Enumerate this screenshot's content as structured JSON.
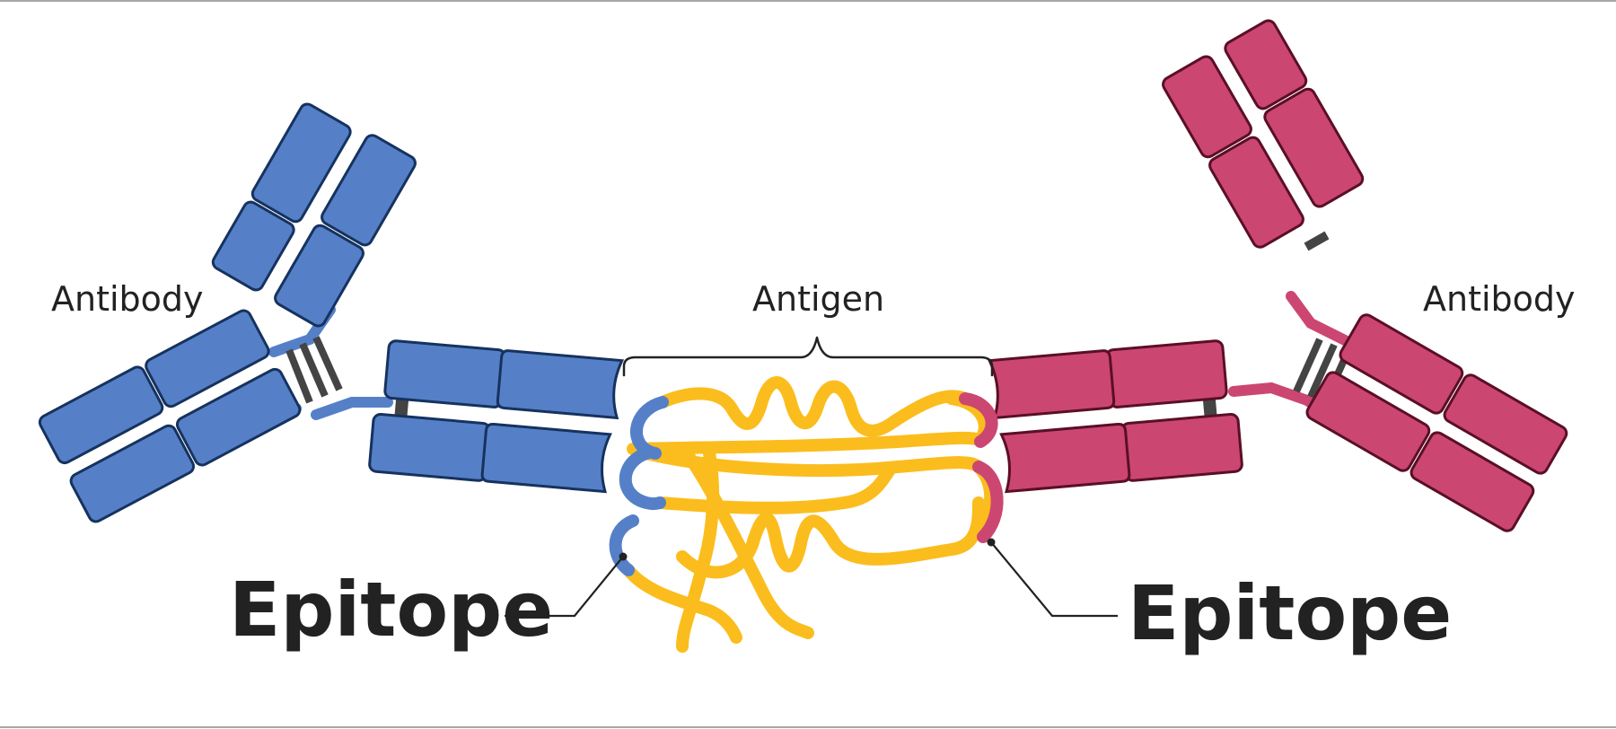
{
  "labels": {
    "antibody_left": "Antibody",
    "antibody_right": "Antibody",
    "antigen": "Antigen",
    "epitope_left": "Epitope",
    "epitope_right": "Epitope"
  },
  "colors": {
    "antibody_left_fill": "#5580c8",
    "antibody_left_stroke": "#16325e",
    "antibody_right_fill": "#cc4672",
    "antibody_right_stroke": "#5a0f27",
    "antigen": "#fbbd1d",
    "linker": "#444444",
    "text": "#222222"
  }
}
